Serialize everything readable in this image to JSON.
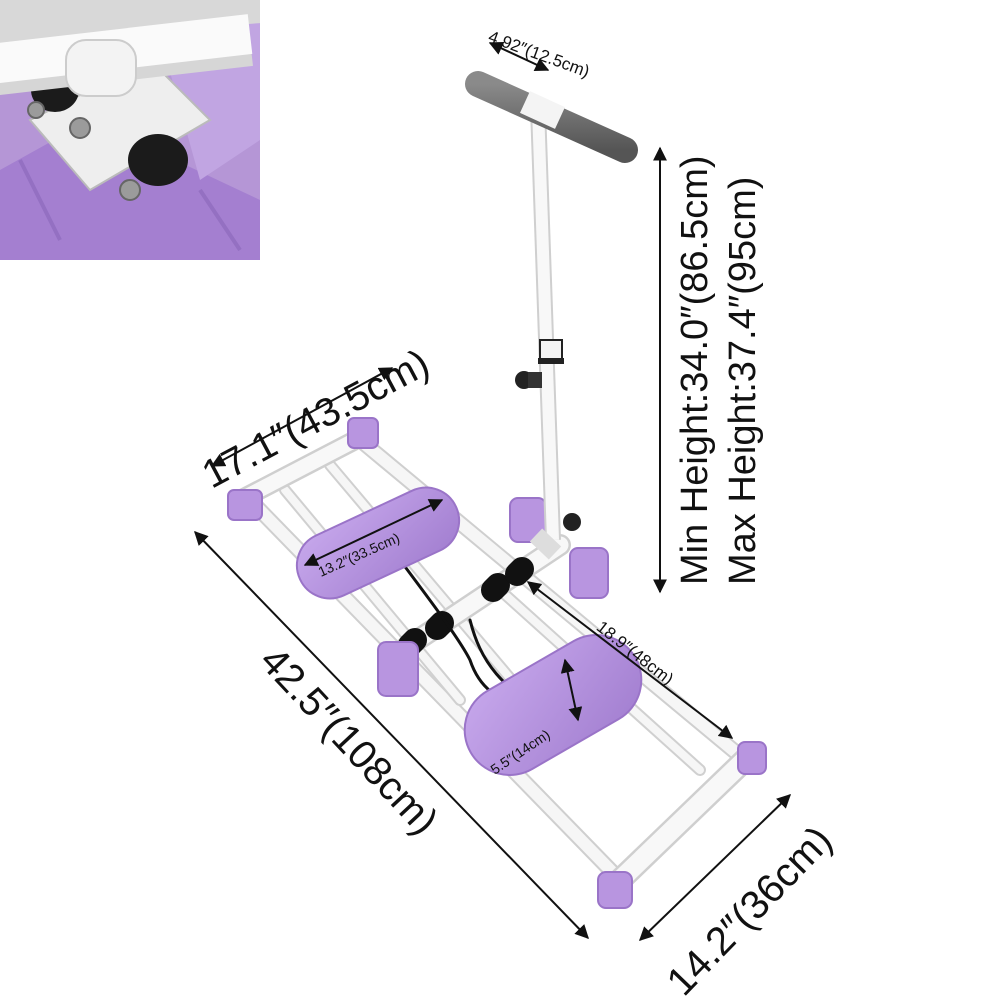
{
  "image": {
    "subject": "purple and white leg exerciser with T-bar handle",
    "inset_subject": "close-up of sliding carriage with rollers and bolts"
  },
  "dimensions": {
    "handle_width": "4.92″(12.5cm)",
    "frame_width": "17.1″(43.5cm)",
    "total_length": "42.5″(108cm)",
    "rear_width": "14.2″(36cm)",
    "pedal_length": "13.2″(33.5cm)",
    "pedal_width": "5.5″(14cm)",
    "rail_span": "18.9″(48cm)",
    "min_height": "Min Height:34.0″(86.5cm)",
    "max_height": "Max Height:37.4″(95cm)"
  },
  "colors": {
    "purple": "#b895e0",
    "purple_dark": "#9a74c8",
    "frame_white": "#f4f4f4",
    "grip_grey": "#6e6e6e"
  }
}
